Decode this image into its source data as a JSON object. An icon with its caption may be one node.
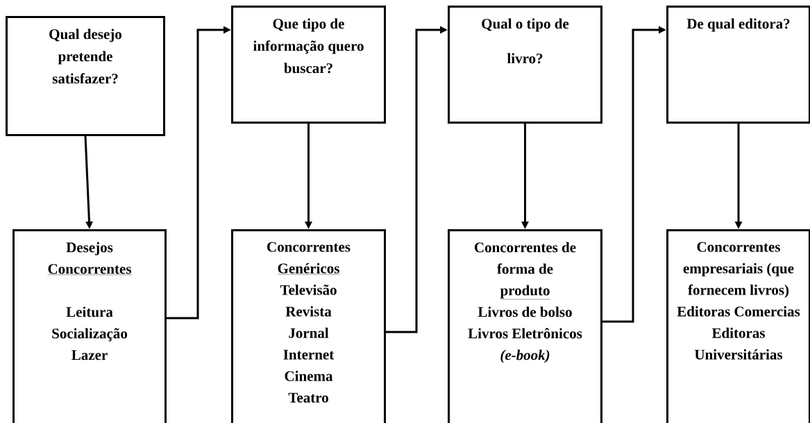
{
  "diagram": {
    "nodes": [
      {
        "text": [
          "Qual desejo pretende satisfazer?"
        ]
      },
      {
        "text": [
          "Que tipo de informação quero buscar?"
        ]
      },
      {
        "text": [
          "Qual o tipo de livro?"
        ]
      },
      {
        "text": [
          "De qual editora?"
        ]
      },
      {
        "text": [
          "Desejos",
          "Concorrentes",
          "Leitura",
          "Socialização",
          "Lazer"
        ]
      },
      {
        "text": [
          "Concorrentes",
          "Genéricos",
          "Televisão",
          "Revista",
          "Jornal",
          "Internet",
          "Cinema",
          "Teatro"
        ]
      },
      {
        "text": [
          "Concorrentes de forma de",
          "produto",
          "Livros de bolso",
          "Livros Eletrônicos *(e-book)*"
        ]
      },
      {
        "text": [
          "Concorrentes empresariais (que fornecem livros)",
          "Editoras Comercias",
          "Editoras Universitárias"
        ]
      }
    ],
    "edges": [
      {
        "from": 0,
        "to": 4,
        "arrow": "to"
      },
      {
        "from": 4,
        "to": 1,
        "arrow": "to"
      },
      {
        "from": 1,
        "to": 5,
        "arrow": "to"
      },
      {
        "from": 5,
        "to": 2,
        "arrow": "to"
      },
      {
        "from": 2,
        "to": 6,
        "arrow": "to"
      },
      {
        "from": 6,
        "to": 3,
        "arrow": "to"
      },
      {
        "from": 3,
        "to": 7,
        "arrow": "to"
      }
    ]
  }
}
